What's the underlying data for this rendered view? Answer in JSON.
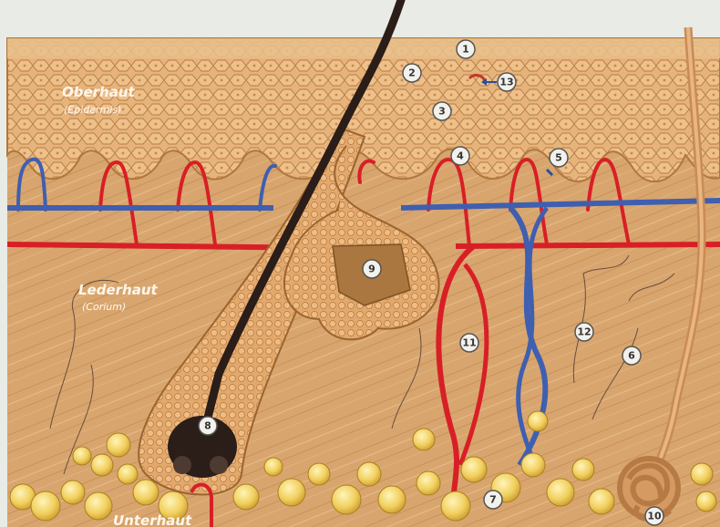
{
  "layers": {
    "epidermis": {
      "name": "Oberhaut",
      "latin": "(Epidermis)"
    },
    "dermis": {
      "name": "Lederhaut",
      "latin": "(Corium)"
    },
    "subcutis": {
      "name": "Unterhaut"
    }
  },
  "markers": [
    "1",
    "2",
    "3",
    "4",
    "5",
    "6",
    "7",
    "8",
    "9",
    "10",
    "11",
    "12",
    "13"
  ],
  "colors": {
    "wall": "#e9ebe6",
    "epidermis": "#e6b37a",
    "dermis": "#d9a46d",
    "artery": "#d81f26",
    "vein": "#3f5fb0",
    "hair": "#2b1d18",
    "fat": "#f2d36a",
    "gland": "#c99158"
  }
}
